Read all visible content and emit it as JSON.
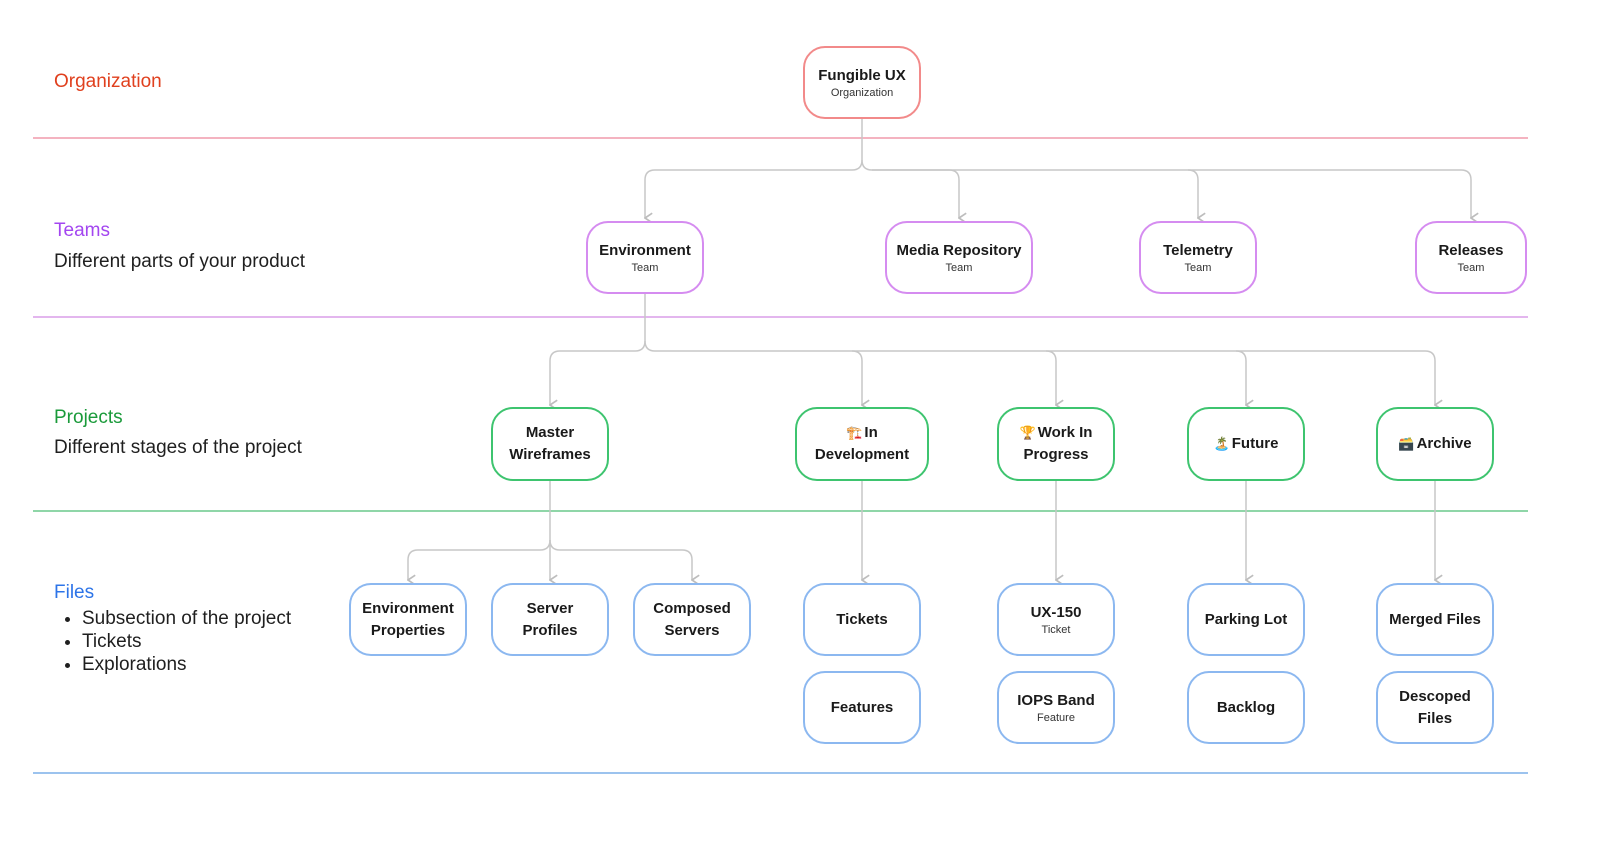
{
  "colors": {
    "organization": "#e0401e",
    "teams": "#a346f0",
    "projects": "#1a9a3a",
    "files": "#2d74e8",
    "org_rule": "#f4b3c0",
    "teams_rule": "#e3b6ee",
    "projects_rule": "#8fd6a8",
    "files_rule": "#9cc3ee",
    "connector": "#c7c7c7"
  },
  "sections": {
    "organization": {
      "title": "Organization"
    },
    "teams": {
      "title": "Teams",
      "description": "Different parts of your product"
    },
    "projects": {
      "title": "Projects",
      "description": "Different stages of the project"
    },
    "files": {
      "title": "Files",
      "bullets": [
        "Subsection of the project",
        "Tickets",
        "Explorations"
      ]
    }
  },
  "nodes": {
    "org": {
      "title": "Fungible UX",
      "subtitle": "Organization"
    },
    "team_environment": {
      "title": "Environment",
      "subtitle": "Team"
    },
    "team_media": {
      "title": "Media Repository",
      "subtitle": "Team"
    },
    "team_telemetry": {
      "title": "Telemetry",
      "subtitle": "Team"
    },
    "team_releases": {
      "title": "Releases",
      "subtitle": "Team"
    },
    "proj_master": {
      "title": "Master\nWireframes"
    },
    "proj_indev": {
      "icon": "🏗️",
      "title": "In\nDevelopment"
    },
    "proj_wip": {
      "icon": "🏆",
      "title": "Work In\nProgress"
    },
    "proj_future": {
      "icon": "🏝️",
      "title": "Future"
    },
    "proj_archive": {
      "icon": "🗃️",
      "title": "Archive"
    },
    "file_env_props": {
      "title": "Environment\nProperties"
    },
    "file_server_profiles": {
      "title": "Server\nProfiles"
    },
    "file_composed": {
      "title": "Composed\nServers"
    },
    "file_tickets": {
      "title": "Tickets"
    },
    "file_features": {
      "title": "Features"
    },
    "file_ux150": {
      "title": "UX-150",
      "subtitle": "Ticket"
    },
    "file_iops": {
      "title": "IOPS Band",
      "subtitle": "Feature"
    },
    "file_parking": {
      "title": "Parking Lot"
    },
    "file_backlog": {
      "title": "Backlog"
    },
    "file_merged": {
      "title": "Merged Files"
    },
    "file_descoped": {
      "title": "Descoped\nFiles"
    }
  }
}
